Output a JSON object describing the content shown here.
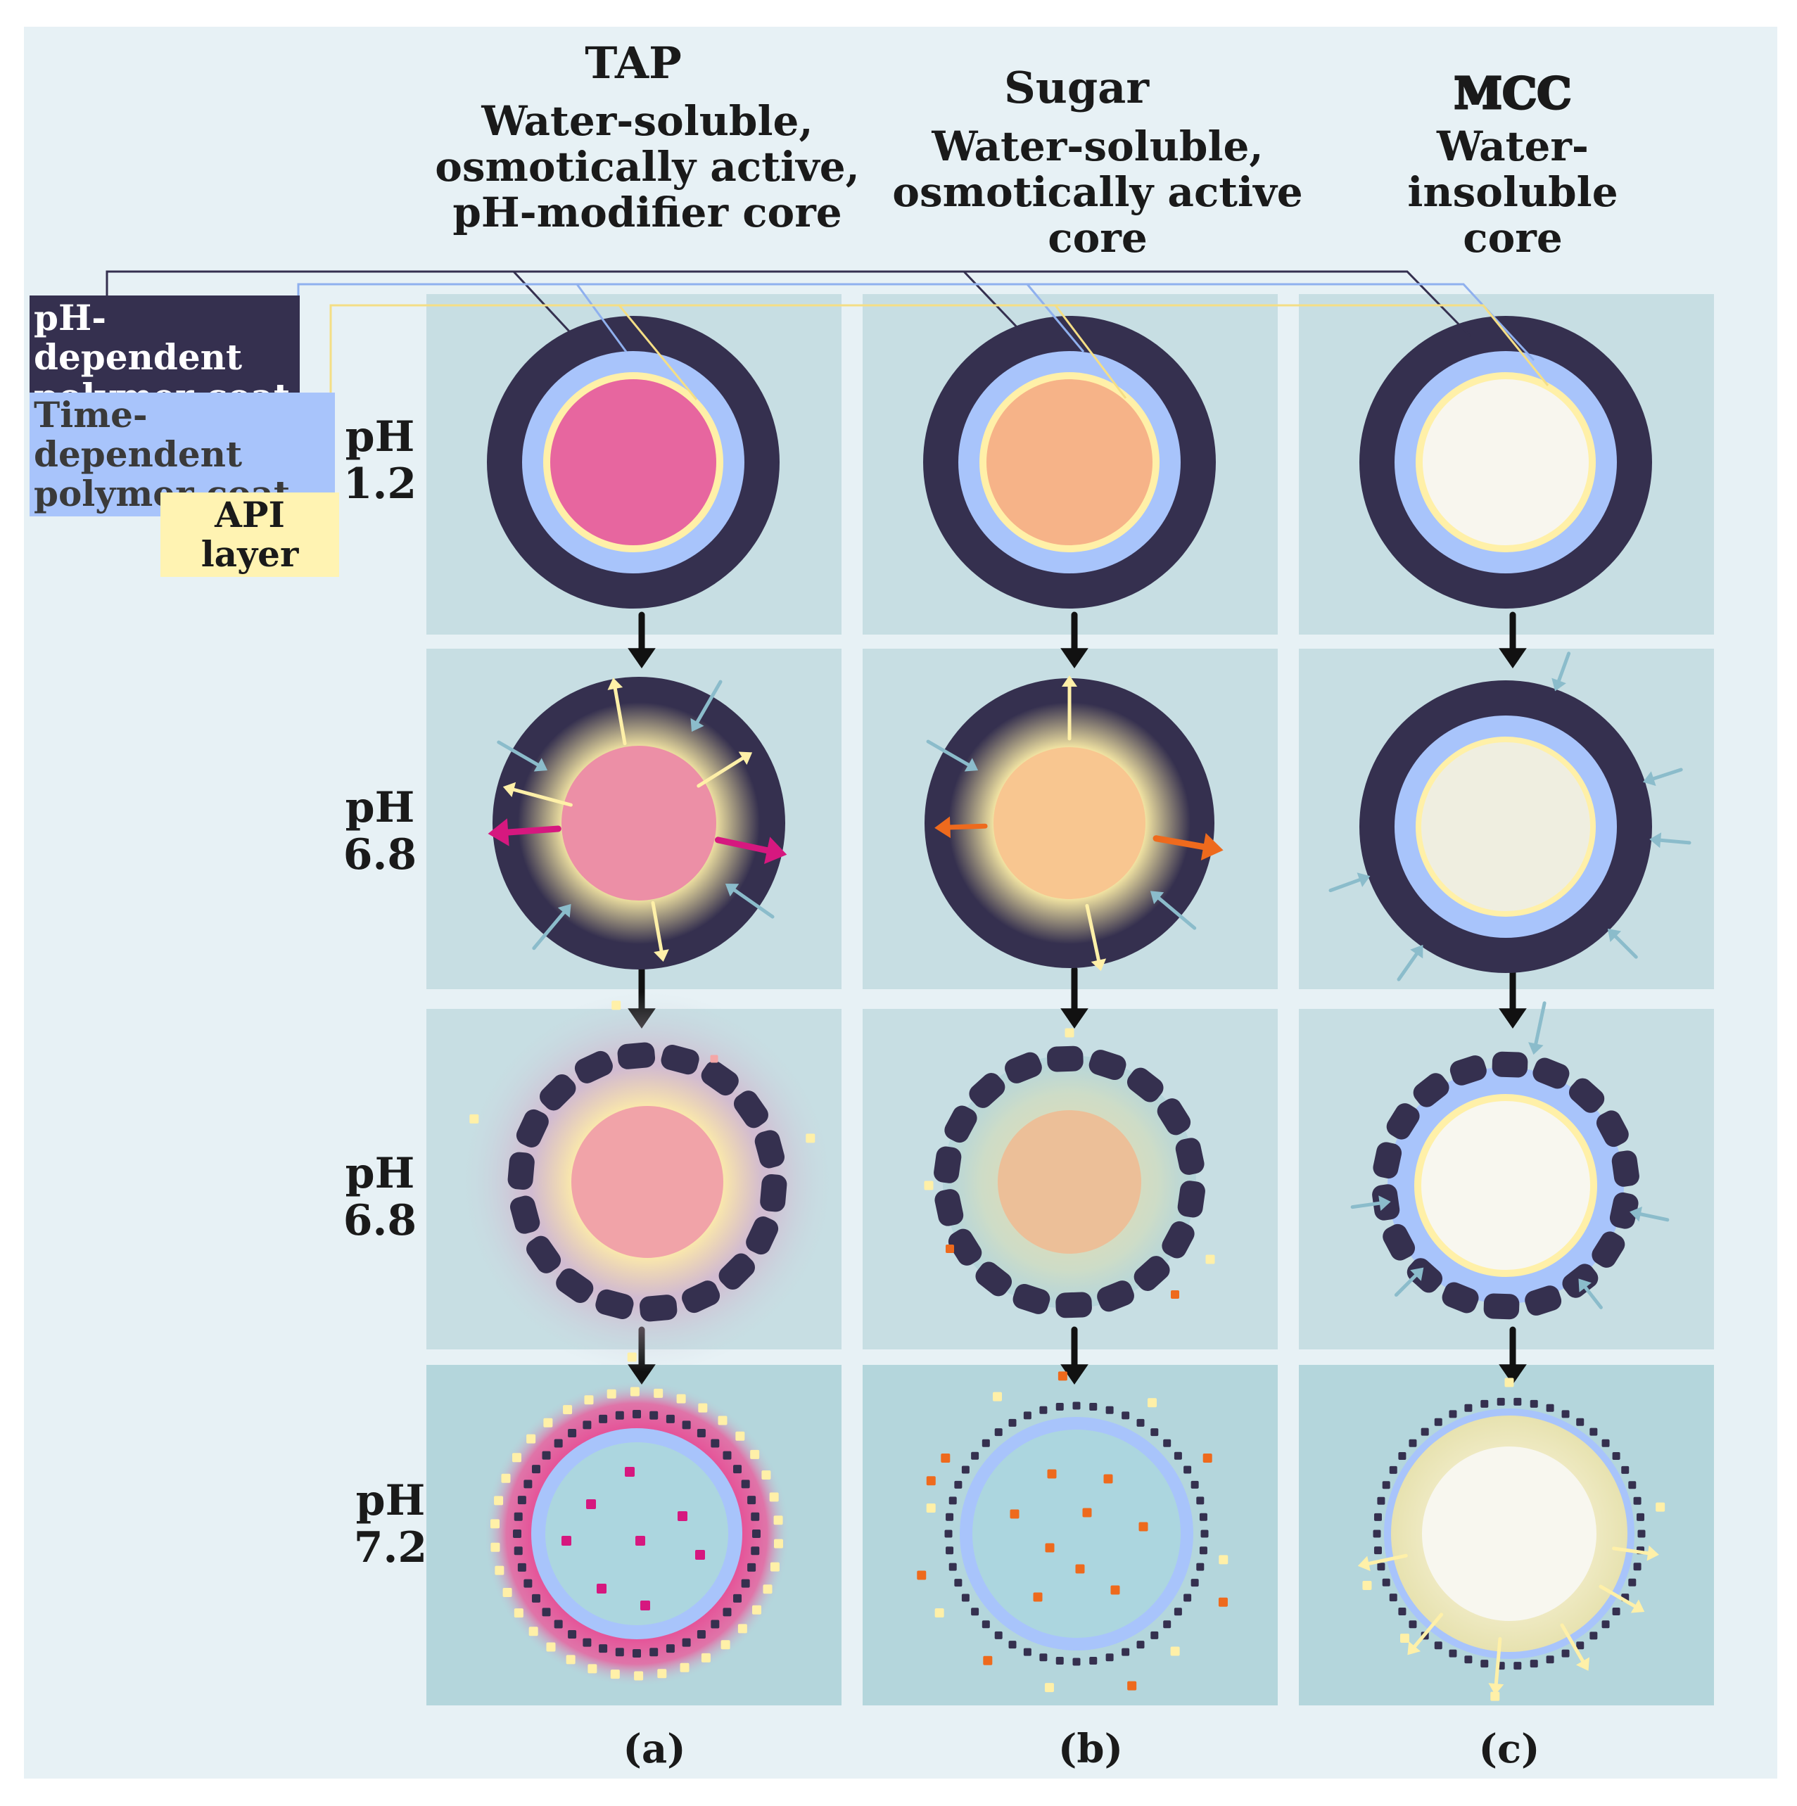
{
  "columns": [
    {
      "id": "a",
      "name": "TAP",
      "name_color": "#d6187f",
      "description": "Water-soluble, osmotically active, pH-modifier core",
      "description_lines": [
        "Water-soluble,",
        "osmotically active,",
        "pH-modifier core"
      ],
      "label": "(a)",
      "core_color": "#e7669f"
    },
    {
      "id": "b",
      "name": "Sugar",
      "name_color": "#ee6a1d",
      "description": "Water-soluble, osmotically active core",
      "description_lines": [
        "Water-soluble,",
        "osmotically active core"
      ],
      "label": "(b)",
      "core_color": "#f6b388"
    },
    {
      "id": "c",
      "name": "MCC",
      "name_color": "#ffffff",
      "description": "Water-insoluble core",
      "description_lines": [
        "Water-insoluble",
        "core"
      ],
      "label": "(c)",
      "core_color": "#f8f6ee"
    }
  ],
  "rows": [
    {
      "ph_label": "pH",
      "ph_value": "1.2"
    },
    {
      "ph_label": "pH",
      "ph_value": "6.8"
    },
    {
      "ph_label": "pH",
      "ph_value": "6.8"
    },
    {
      "ph_label": "pH",
      "ph_value": "7.2"
    }
  ],
  "legend": [
    {
      "text": "pH-dependent polymer coat",
      "lines": [
        "pH-dependent",
        "polymer coat"
      ],
      "bg": "#35304f",
      "fg": "#ffffff"
    },
    {
      "text": "Time-dependent polymer coat",
      "lines": [
        "Time-dependent",
        "polymer coat"
      ],
      "bg": "#a8c4fb",
      "fg": "#3a3a3a"
    },
    {
      "text": "API layer",
      "lines": [
        "API layer"
      ],
      "bg": "#fff3b2",
      "fg": "#1a1a1a"
    }
  ],
  "colors": {
    "background": "#e7f1f5",
    "cell": "#c7dee3",
    "cell_last_row": "#b4d6dc",
    "ph_coat": "#35304f",
    "time_coat": "#a8c4fb",
    "api_layer": "#fff0a8",
    "water_arrow": "#8bbccb",
    "tap_accent": "#d6187f",
    "sugar_accent": "#ee6a1d"
  }
}
